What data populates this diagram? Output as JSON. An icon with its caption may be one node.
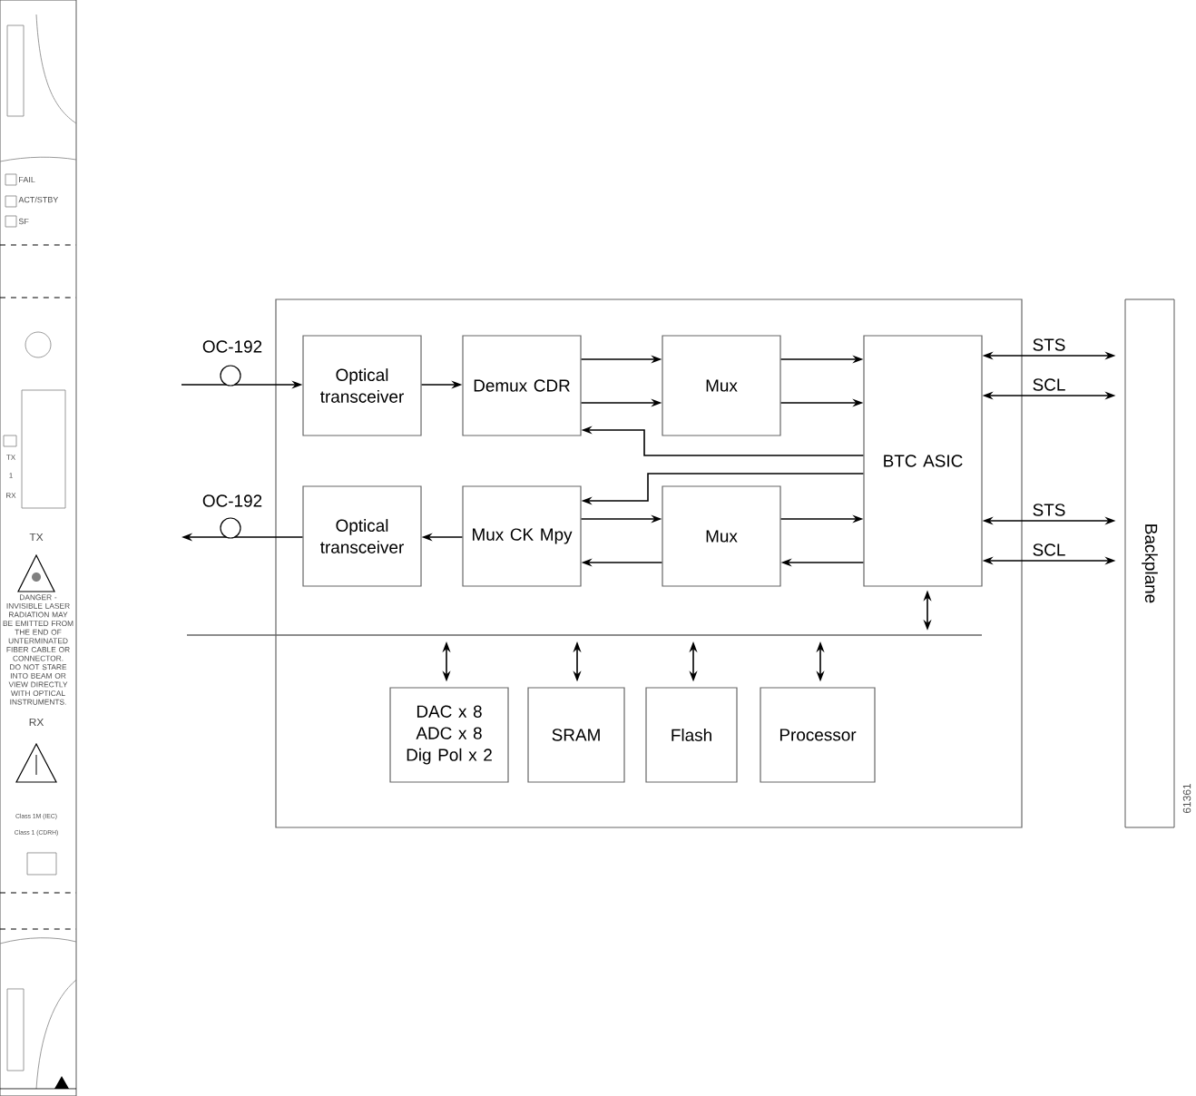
{
  "diagram": {
    "nodes": [
      {
        "text": [],
        "shape": "box"
      },
      {
        "text": [
          "Optical transceiver"
        ],
        "in": 0
      },
      {
        "text": [
          "Demux CDR"
        ],
        "in": 0
      },
      {
        "text": [
          "Mux"
        ],
        "in": 0
      },
      {
        "text": [
          "BTC ASIC"
        ],
        "in": 0
      },
      {
        "text": [
          "Optical transceiver"
        ],
        "in": 0
      },
      {
        "text": [
          "Mux CK Mpy"
        ],
        "in": 0
      },
      {
        "text": [
          "Mux"
        ],
        "in": 0
      },
      {
        "text": [
          "DAC x 8 ADC x 8 Dig Pol x 2"
        ],
        "in": 0
      },
      {
        "text": [
          "SRAM"
        ],
        "in": 0
      },
      {
        "text": [
          "Flash"
        ],
        "in": 0
      },
      {
        "text": [
          "Processor"
        ],
        "in": 0
      },
      {
        "text": [
          "Backplane"
        ]
      },
      {
        "text": [],
        "shape": "bar"
      }
    ],
    "edges": [
      {
        "from": null,
        "to": 1,
        "arrow": "to",
        "label": "OC-192"
      },
      {
        "from": 1,
        "to": 2,
        "arrow": "to"
      },
      {
        "from": 2,
        "to": 3,
        "arrow": "to"
      },
      {
        "from": 2,
        "to": 3,
        "arrow": "to"
      },
      {
        "from": 4,
        "to": 2,
        "arrow": "to"
      },
      {
        "from": 3,
        "to": 4,
        "arrow": "to"
      },
      {
        "from": 3,
        "to": 4,
        "arrow": "to"
      },
      {
        "from": 4,
        "to": 6,
        "arrow": "to"
      },
      {
        "from": 6,
        "to": 7,
        "arrow": "to"
      },
      {
        "from": 7,
        "to": 6,
        "arrow": "to"
      },
      {
        "from": 7,
        "to": 4,
        "arrow": "to"
      },
      {
        "from": 4,
        "to": 7,
        "arrow": "to"
      },
      {
        "from": 6,
        "to": 5,
        "arrow": "to"
      },
      {
        "from": 5,
        "to": null,
        "arrow": "to",
        "label": "OC-192"
      },
      {
        "from": 4,
        "to": 12,
        "arrow": "both",
        "label": "STS"
      },
      {
        "from": 4,
        "to": 12,
        "arrow": "both",
        "label": "SCL"
      },
      {
        "from": 4,
        "to": 12,
        "arrow": "both",
        "label": "STS"
      },
      {
        "from": 4,
        "to": 12,
        "arrow": "both",
        "label": "SCL"
      },
      {
        "from": 4,
        "to": 13,
        "arrow": "both"
      },
      {
        "from": 13,
        "to": 8,
        "arrow": "both"
      },
      {
        "from": 13,
        "to": 9,
        "arrow": "both"
      },
      {
        "from": 13,
        "to": 10,
        "arrow": "both"
      },
      {
        "from": 13,
        "to": 11,
        "arrow": "both"
      }
    ],
    "labels": [
      "FAIL",
      "ACT/STBY",
      "SF",
      "TX",
      "1",
      "RX",
      "TX",
      "DANGER - INVISIBLE LASER RADIATION MAY BE EMITTED FROM THE END OF UNTERMINATED FIBER CABLE OR CONNECTOR. DO NOT STARE INTO BEAM OR VIEW DIRECTLY WITH OPTICAL INSTRUMENTS.",
      "RX",
      "Class 1M (IEC)",
      "Class 1 (CDRH)",
      "61361"
    ]
  }
}
